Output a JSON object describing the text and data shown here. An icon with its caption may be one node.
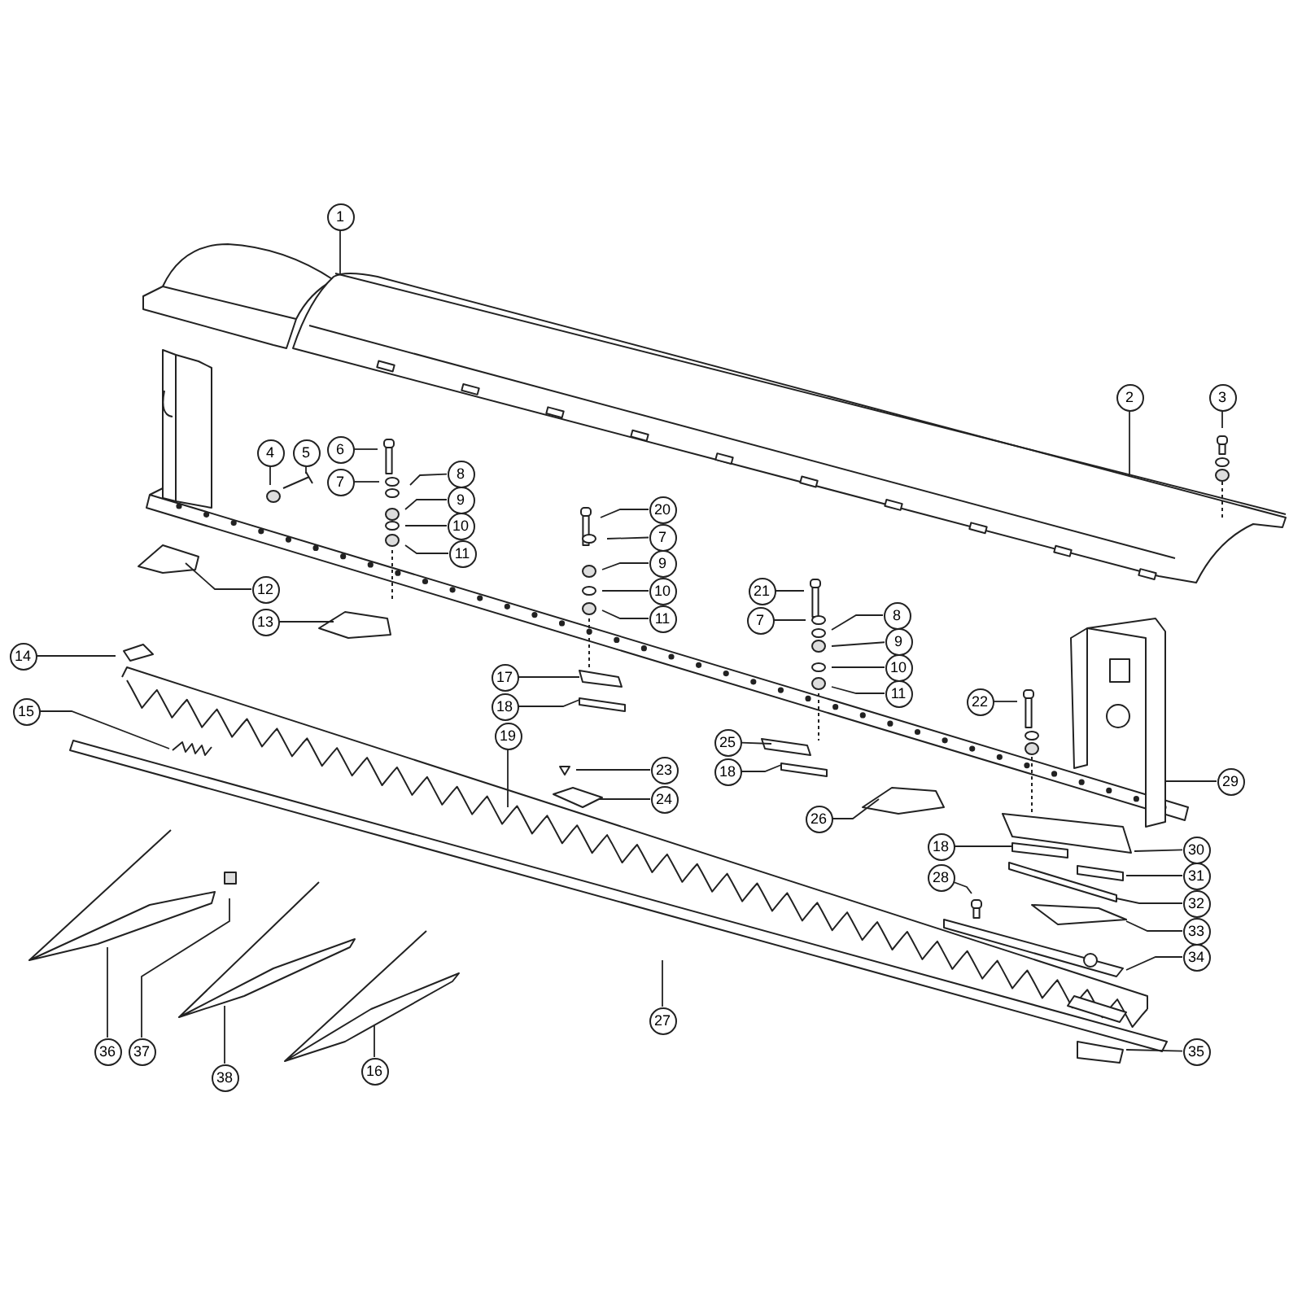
{
  "diagram": {
    "nodes": [
      {
        "text": [
          "1"
        ]
      },
      {
        "text": [
          "2"
        ]
      },
      {
        "text": [
          "3"
        ]
      },
      {
        "text": [
          "4"
        ]
      },
      {
        "text": [
          "5"
        ]
      },
      {
        "text": [
          "6"
        ]
      },
      {
        "text": [
          "7"
        ]
      },
      {
        "text": [
          "8"
        ]
      },
      {
        "text": [
          "9"
        ]
      },
      {
        "text": [
          "10"
        ]
      },
      {
        "text": [
          "11"
        ]
      },
      {
        "text": [
          "20"
        ]
      },
      {
        "text": [
          "7"
        ]
      },
      {
        "text": [
          "9"
        ]
      },
      {
        "text": [
          "10"
        ]
      },
      {
        "text": [
          "11"
        ]
      },
      {
        "text": [
          "12"
        ]
      },
      {
        "text": [
          "21"
        ]
      },
      {
        "text": [
          "7"
        ]
      },
      {
        "text": [
          "8"
        ]
      },
      {
        "text": [
          "13"
        ]
      },
      {
        "text": [
          "9"
        ]
      },
      {
        "text": [
          "14"
        ]
      },
      {
        "text": [
          "10"
        ]
      },
      {
        "text": [
          "17"
        ]
      },
      {
        "text": [
          "11"
        ]
      },
      {
        "text": [
          "22"
        ]
      },
      {
        "text": [
          "18"
        ]
      },
      {
        "text": [
          "15"
        ]
      },
      {
        "text": [
          "19"
        ]
      },
      {
        "text": [
          "25"
        ]
      },
      {
        "text": [
          "23"
        ]
      },
      {
        "text": [
          "18"
        ]
      },
      {
        "text": [
          "29"
        ]
      },
      {
        "text": [
          "24"
        ]
      },
      {
        "text": [
          "26"
        ]
      },
      {
        "text": [
          "18"
        ]
      },
      {
        "text": [
          "30"
        ]
      },
      {
        "text": [
          "28"
        ]
      },
      {
        "text": [
          "31"
        ]
      },
      {
        "text": [
          "32"
        ]
      },
      {
        "text": [
          "33"
        ]
      },
      {
        "text": [
          "34"
        ]
      },
      {
        "text": [
          "27"
        ]
      },
      {
        "text": [
          "35"
        ]
      },
      {
        "text": [
          "36"
        ]
      },
      {
        "text": [
          "37"
        ]
      },
      {
        "text": [
          "16"
        ]
      },
      {
        "text": [
          "38"
        ]
      }
    ],
    "edges": [
      {
        "from": 0,
        "to": null,
        "arrow": "none"
      },
      {
        "from": 1,
        "to": null,
        "arrow": "none"
      },
      {
        "from": 2,
        "to": null,
        "arrow": "none"
      },
      {
        "from": 3,
        "to": null,
        "arrow": "none"
      },
      {
        "from": 4,
        "to": null,
        "arrow": "none"
      },
      {
        "from": 5,
        "to": null,
        "arrow": "none"
      },
      {
        "from": 6,
        "to": null,
        "arrow": "none"
      },
      {
        "from": 7,
        "to": null,
        "arrow": "none"
      },
      {
        "from": 8,
        "to": null,
        "arrow": "none"
      },
      {
        "from": 9,
        "to": null,
        "arrow": "none"
      },
      {
        "from": 10,
        "to": null,
        "arrow": "none"
      },
      {
        "from": 11,
        "to": null,
        "arrow": "none"
      },
      {
        "from": 12,
        "to": null,
        "arrow": "none"
      },
      {
        "from": 13,
        "to": null,
        "arrow": "none"
      },
      {
        "from": 14,
        "to": null,
        "arrow": "none"
      },
      {
        "from": 15,
        "to": null,
        "arrow": "none"
      },
      {
        "from": 16,
        "to": null,
        "arrow": "none"
      },
      {
        "from": 17,
        "to": null,
        "arrow": "none"
      },
      {
        "from": 18,
        "to": null,
        "arrow": "none"
      },
      {
        "from": 19,
        "to": null,
        "arrow": "none"
      },
      {
        "from": 20,
        "to": null,
        "arrow": "none"
      },
      {
        "from": 21,
        "to": null,
        "arrow": "none"
      },
      {
        "from": 22,
        "to": null,
        "arrow": "none"
      },
      {
        "from": 23,
        "to": null,
        "arrow": "none"
      },
      {
        "from": 24,
        "to": null,
        "arrow": "none"
      },
      {
        "from": 25,
        "to": null,
        "arrow": "none"
      },
      {
        "from": 26,
        "to": null,
        "arrow": "none"
      },
      {
        "from": 27,
        "to": null,
        "arrow": "none"
      },
      {
        "from": 28,
        "to": null,
        "arrow": "none"
      },
      {
        "from": 29,
        "to": null,
        "arrow": "none"
      },
      {
        "from": 30,
        "to": null,
        "arrow": "none"
      },
      {
        "from": 31,
        "to": null,
        "arrow": "none"
      },
      {
        "from": 32,
        "to": null,
        "arrow": "none"
      },
      {
        "from": 33,
        "to": null,
        "arrow": "none"
      },
      {
        "from": 34,
        "to": null,
        "arrow": "none"
      },
      {
        "from": 35,
        "to": null,
        "arrow": "none"
      },
      {
        "from": 36,
        "to": null,
        "arrow": "none"
      },
      {
        "from": 37,
        "to": null,
        "arrow": "none"
      },
      {
        "from": 38,
        "to": null,
        "arrow": "none"
      },
      {
        "from": 39,
        "to": null,
        "arrow": "none"
      },
      {
        "from": 40,
        "to": null,
        "arrow": "none"
      },
      {
        "from": 41,
        "to": null,
        "arrow": "none"
      },
      {
        "from": 42,
        "to": null,
        "arrow": "none"
      },
      {
        "from": 43,
        "to": null,
        "arrow": "none"
      },
      {
        "from": 44,
        "to": null,
        "arrow": "none"
      },
      {
        "from": 45,
        "to": null,
        "arrow": "none"
      },
      {
        "from": 46,
        "to": null,
        "arrow": "none"
      },
      {
        "from": 47,
        "to": null,
        "arrow": "none"
      },
      {
        "from": 48,
        "to": null,
        "arrow": "none"
      }
    ]
  }
}
